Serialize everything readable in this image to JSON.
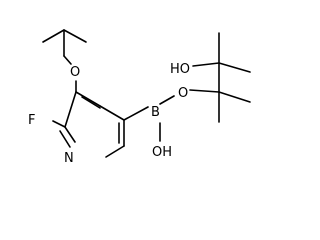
{
  "labels": {
    "fluorine": "F",
    "ring_nitrogen": "N",
    "ether_oxygen": "O",
    "boron": "B",
    "ester_oxygen": "O",
    "boron_hydroxyl": "OH",
    "pinacol_hydroxyl": "HO"
  }
}
